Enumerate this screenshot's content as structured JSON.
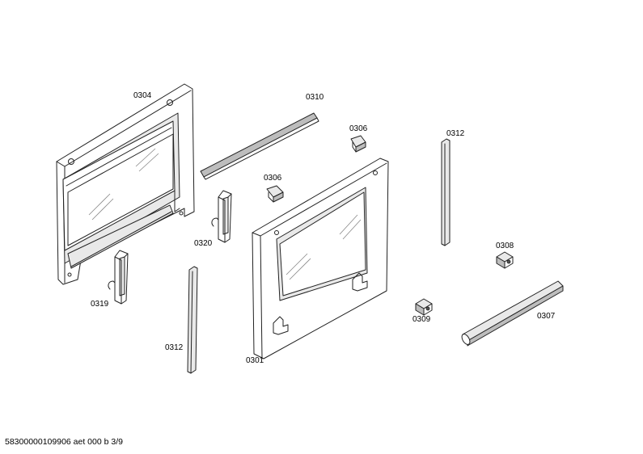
{
  "labels": {
    "p0304": "0304",
    "p0310": "0310",
    "p0306a": "0306",
    "p0306b": "0306",
    "p0312a": "0312",
    "p0312b": "0312",
    "p0320": "0320",
    "p0319": "0319",
    "p0308": "0308",
    "p0309": "0309",
    "p0307": "0307",
    "p0301": "0301"
  },
  "footer": {
    "code": "58300000109906 aet 000 b 3/9"
  }
}
